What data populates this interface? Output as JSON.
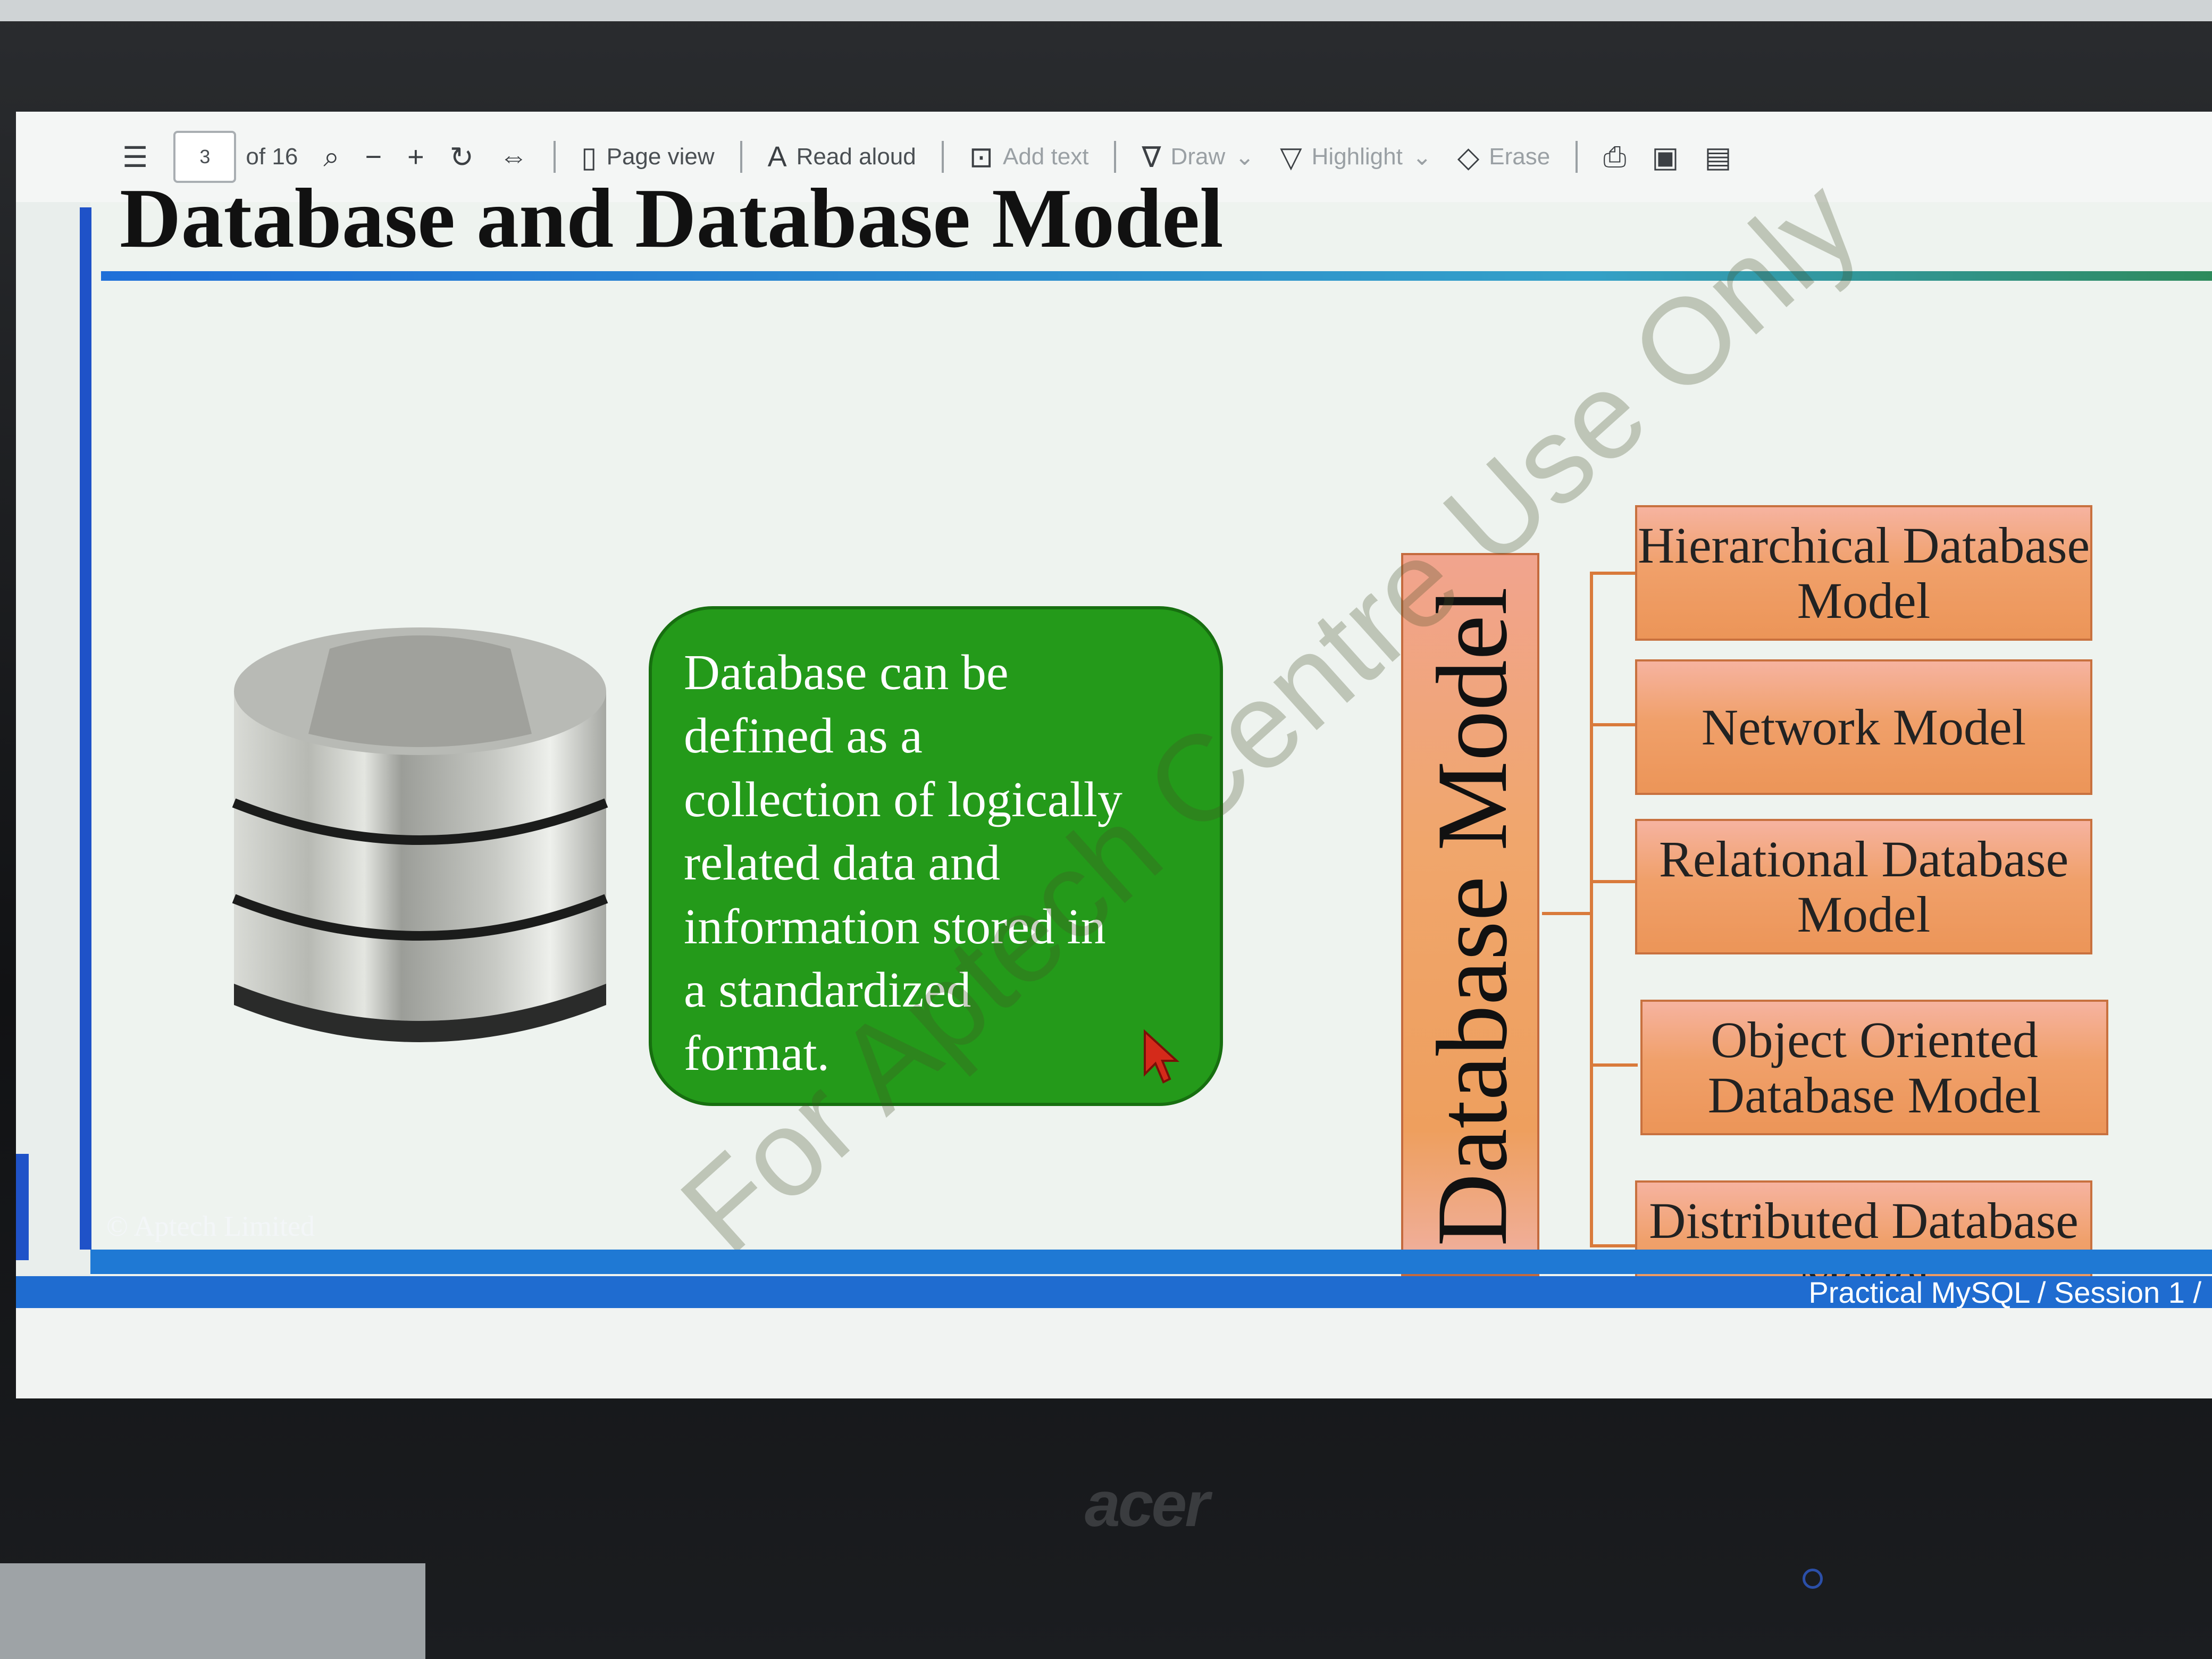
{
  "toolbar": {
    "page_number": "3",
    "page_of": "of 16",
    "page_view": "Page view",
    "read_aloud": "Read aloud",
    "add_text": "Add text",
    "draw": "Draw",
    "highlight": "Highlight",
    "erase": "Erase"
  },
  "slide": {
    "title": "Database and Database Model",
    "definition_lines": [
      "Database can be",
      "defined as a",
      "collection of logically",
      "related data and",
      "information stored in",
      "a standardized",
      "format."
    ],
    "vertical_label": "Database Model",
    "models": [
      "Hierarchical Database Model",
      "Network Model",
      "Relational Database Model",
      "Object Oriented Database Model",
      "Distributed Database Model"
    ],
    "watermark": "For Aptech Centre Use Only",
    "copyright": "© Aptech Limited",
    "session": "Practical MySQL / Session 1 /"
  },
  "monitor": {
    "brand": "acer"
  },
  "colors": {
    "definition_box": "#249a1a",
    "model_box": "#f0a06a",
    "accent_blue": "#1f6cd0"
  }
}
